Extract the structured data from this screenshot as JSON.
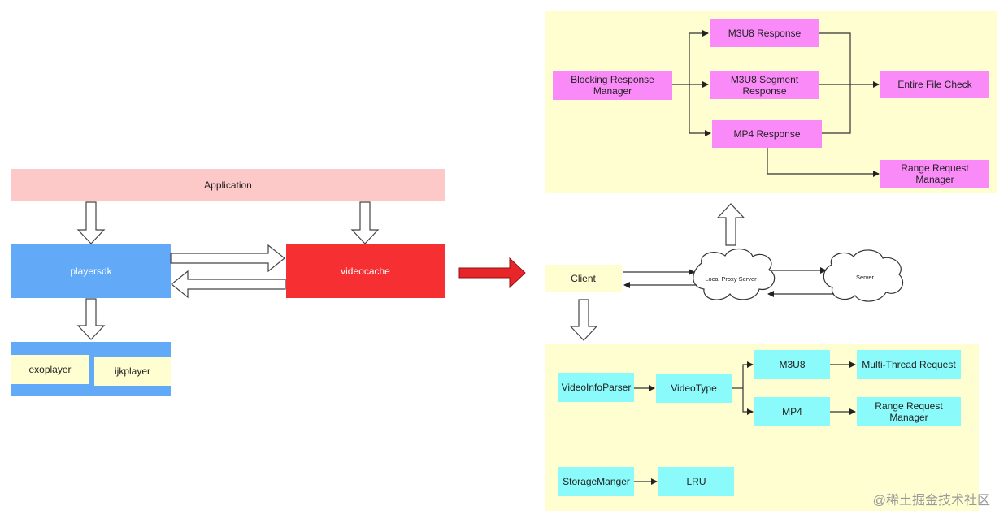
{
  "left": {
    "application": "Application",
    "playersdk": "playersdk",
    "videocache": "videocache",
    "exoplayer": "exoplayer",
    "ijkplayer": "ijkplayer"
  },
  "response": {
    "blocking": "Blocking Response Manager",
    "m3u8_response": "M3U8 Response",
    "m3u8_segment": "M3U8 Segment Response",
    "mp4_response": "MP4 Response",
    "entire_check": "Entire File Check",
    "range_manager": "Range Request Manager"
  },
  "proxy": {
    "client": "Client",
    "local_proxy": "Local Proxy Server",
    "server": "Server"
  },
  "parsing": {
    "video_info_parser": "VideoInfoParser",
    "video_type": "VideoType",
    "m3u8": "M3U8",
    "mp4": "MP4",
    "multi_thread": "Multi-Thread Request",
    "range_manager": "Range Request Manager",
    "storage_manager": "StorageManger",
    "lru": "LRU"
  },
  "watermark": "@稀土掘金技术社区",
  "colors": {
    "application": "#fcc8c8",
    "playersdk": "#62aaf8",
    "videocache": "#f62f33",
    "player_box": "#fefed0",
    "panel": "#fefed0",
    "pink": "#fa8af8",
    "cyan": "#8afafa",
    "main_arrow": "#e8262a"
  }
}
